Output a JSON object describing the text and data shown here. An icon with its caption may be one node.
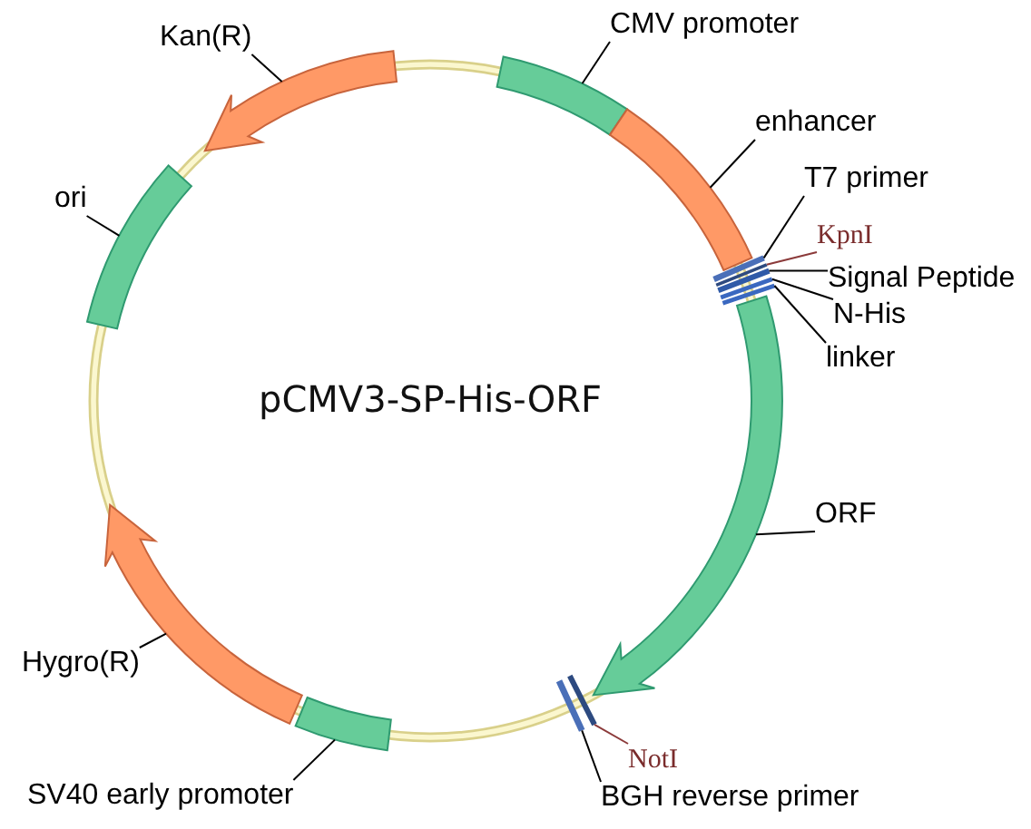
{
  "diagram": {
    "title": "pCMV3-SP-His-ORF",
    "nodes": [
      {
        "text": [
          "Kan(R)"
        ]
      },
      {
        "text": [],
        "shape": "arrow"
      },
      {
        "text": [
          "CMV promoter"
        ]
      },
      {
        "text": [],
        "shape": "bar"
      },
      {
        "text": [
          "enhancer"
        ]
      },
      {
        "text": [],
        "shape": "bar"
      },
      {
        "text": [
          "ori"
        ]
      },
      {
        "text": [],
        "shape": "bar"
      },
      {
        "text": [
          "T7 primer"
        ]
      },
      {
        "text": [],
        "shape": "line"
      },
      {
        "text": [
          "KpnI"
        ]
      },
      {
        "text": [],
        "shape": "line"
      },
      {
        "text": [
          "Signal Peptide"
        ]
      },
      {
        "text": [],
        "shape": "line"
      },
      {
        "text": [
          "N-His"
        ]
      },
      {
        "text": [],
        "shape": "line"
      },
      {
        "text": [
          "linker"
        ]
      },
      {
        "text": [],
        "shape": "line"
      },
      {
        "text": [
          "ORF"
        ]
      },
      {
        "text": [],
        "shape": "arrow"
      },
      {
        "text": [
          "Hygro(R)"
        ]
      },
      {
        "text": [],
        "shape": "arrow"
      },
      {
        "text": [
          "SV40 early promoter"
        ]
      },
      {
        "text": [],
        "shape": "bar"
      },
      {
        "text": [
          "NotI"
        ]
      },
      {
        "text": [],
        "shape": "line"
      },
      {
        "text": [
          "BGH reverse primer"
        ]
      },
      {
        "text": [],
        "shape": "line"
      }
    ],
    "edges": [
      {
        "from": 0,
        "to": 1,
        "arrow": "none"
      },
      {
        "from": 2,
        "to": 3,
        "arrow": "none"
      },
      {
        "from": 4,
        "to": 5,
        "arrow": "none"
      },
      {
        "from": 6,
        "to": 7,
        "arrow": "none"
      },
      {
        "from": 8,
        "to": 9,
        "arrow": "none"
      },
      {
        "from": 10,
        "to": 11,
        "arrow": "none",
        "color": "#8b3a3a"
      },
      {
        "from": 12,
        "to": 13,
        "arrow": "none"
      },
      {
        "from": 14,
        "to": 15,
        "arrow": "none"
      },
      {
        "from": 16,
        "to": 17,
        "arrow": "none"
      },
      {
        "from": 18,
        "to": 19,
        "arrow": "none"
      },
      {
        "from": 20,
        "to": 21,
        "arrow": "none"
      },
      {
        "from": 22,
        "to": 23,
        "arrow": "none"
      },
      {
        "from": 24,
        "to": 25,
        "arrow": "none",
        "color": "#8b3a3a"
      },
      {
        "from": 26,
        "to": 27,
        "arrow": "none"
      }
    ]
  }
}
